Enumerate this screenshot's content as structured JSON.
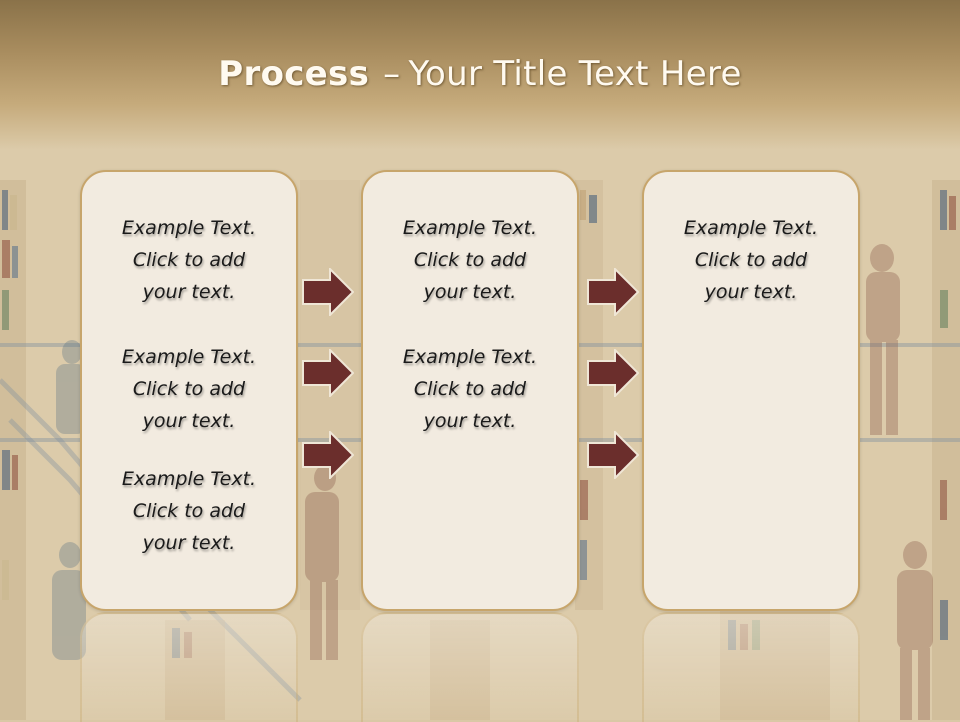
{
  "slide": {
    "title_bold": "Process",
    "title_dash": "–",
    "title_rest": "Your Title Text Here"
  },
  "columns": [
    {
      "blocks": [
        {
          "line1": "Example Text.",
          "line2": "Click  to add",
          "line3": "your text."
        },
        {
          "line1": "Example Text.",
          "line2": "Click  to add",
          "line3": "your text."
        },
        {
          "line1": "Example Text.",
          "line2": "Click  to add",
          "line3": "your text."
        }
      ]
    },
    {
      "blocks": [
        {
          "line1": "Example Text.",
          "line2": "Click  to add",
          "line3": "your text."
        },
        {
          "line1": "Example Text.",
          "line2": "Click  to add",
          "line3": "your text."
        }
      ]
    },
    {
      "blocks": [
        {
          "line1": "Example Text.",
          "line2": "Click  to add",
          "line3": "your text."
        }
      ]
    }
  ],
  "arrows": {
    "icon": "right-arrow-icon",
    "color": "#6b2e2c",
    "count_per_gap": 3
  },
  "colors": {
    "title_band": "#9a8054",
    "box_fill": "#f2ebe0",
    "box_border": "#c7a56b",
    "background": "#d9c8a6"
  }
}
